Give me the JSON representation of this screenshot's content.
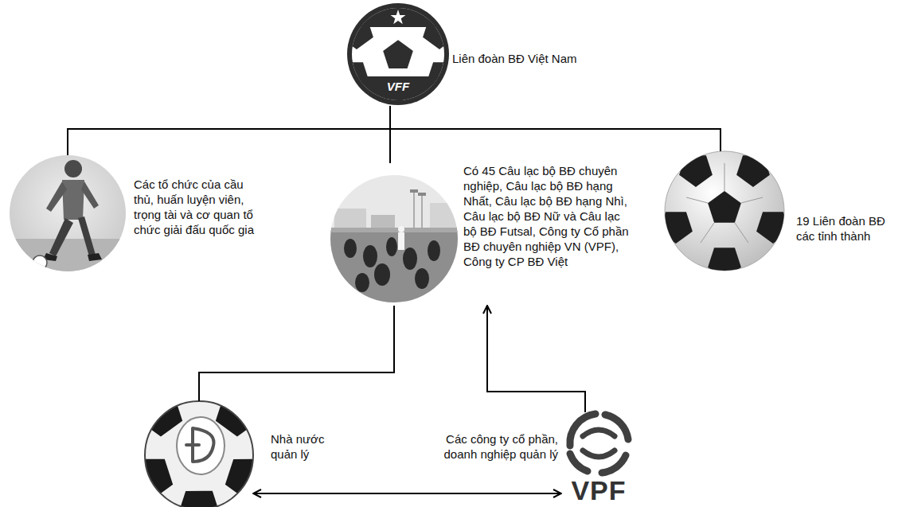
{
  "diagram": {
    "nodes": [
      {
        "text": [
          "Liên đoàn BĐ Việt Nam"
        ]
      },
      {
        "text": [
          "Các tổ chức của cầu thủ, huấn luyện viên, trọng tài và cơ quan tổ chức giải đấu quốc gia"
        ]
      },
      {
        "text": [
          "Có 45 Câu lạc bộ BĐ chuyên nghiệp, Câu lạc bộ BĐ hạng Nhất, Câu lạc bộ BĐ hạng Nhì, Câu lạc bộ BĐ Nữ và Câu lạc bộ BĐ Futsal, Công ty Cổ phần BĐ chuyên nghiệp VN (VPF), Công ty CP BĐ Việt"
        ]
      },
      {
        "text": [
          "19 Liên đoàn BĐ các tỉnh thành"
        ]
      },
      {
        "text": [
          "Nhà nước quản lý"
        ]
      },
      {
        "text": [
          "Các công ty cổ phần, doanh nghiệp quản lý"
        ]
      }
    ],
    "edges": [
      {
        "from": 0,
        "to": 1,
        "arrow": "none"
      },
      {
        "from": 0,
        "to": 2,
        "arrow": "none"
      },
      {
        "from": 0,
        "to": 3,
        "arrow": "none"
      },
      {
        "from": 4,
        "to": 2,
        "arrow": "none"
      },
      {
        "from": 5,
        "to": 2,
        "arrow": "to"
      },
      {
        "from": 4,
        "to": 5,
        "arrow": "both"
      }
    ],
    "labels": [
      "VFF",
      "VPF"
    ]
  }
}
